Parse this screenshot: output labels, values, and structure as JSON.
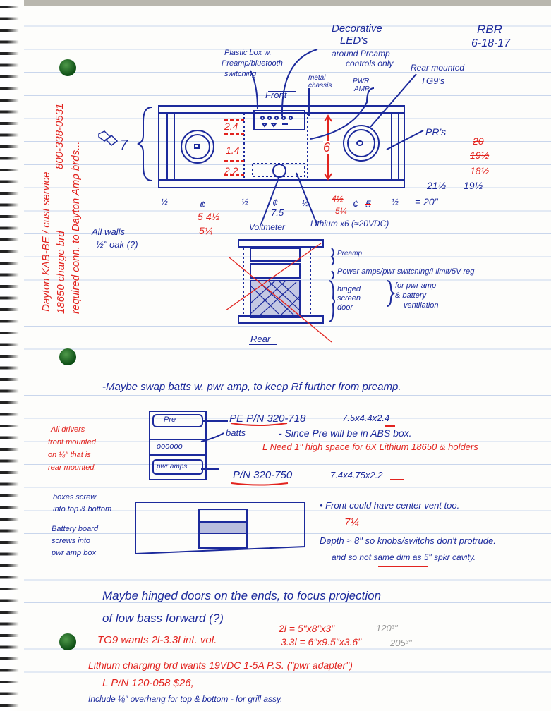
{
  "header": {
    "initials": "RBR",
    "date": "6-18-17"
  },
  "side_note": {
    "line1": "Dayton KAB-BE  /  cust service",
    "line1b": "800-338-0531",
    "line2": "18650 charge brd",
    "line3": "required conn. to Dayton Amp brds..."
  },
  "front_diagram": {
    "decorative_leds": [
      "Decorative",
      "LED's",
      "around Preamp",
      "controls only"
    ],
    "plastic_box": [
      "Plastic box w.",
      "Preamp/bluetooth",
      "switching"
    ],
    "metal_chassis": [
      "metal",
      "chassis"
    ],
    "pwr_amp": [
      "PWR",
      "AMP"
    ],
    "rear_mounted": [
      "Rear mounted",
      "TG9's"
    ],
    "front_label": "Front",
    "height": "7",
    "dims_red": [
      "2.4",
      "1.4",
      "2.2"
    ],
    "inner_height": "6",
    "prs": "PR's",
    "width_red": [
      "20",
      "19½",
      "18½"
    ],
    "width_total": [
      "21½",
      "19½",
      "= 20\""
    ],
    "bottom": [
      "½",
      "¢",
      "½",
      "¢",
      "7.5",
      "½",
      "¢",
      "5",
      "½"
    ],
    "bottom_red": [
      "4½",
      "5¼",
      "5",
      "4½",
      "5¼"
    ],
    "voltmeter": "Voltmeter",
    "lithium": "Lithium x6 (≈20VDC)",
    "walls": [
      "All walls",
      "½\" oak (?)"
    ]
  },
  "rear_diagram": {
    "preamp": "Preamp",
    "power": "Power amps/pwr switching/I limit/5V reg",
    "door": [
      "hinged",
      "screen",
      "door"
    ],
    "vent": [
      "for pwr amp",
      "& battery",
      "ventilation"
    ],
    "rear_label": "Rear"
  },
  "notes": {
    "swap": "-Maybe swap batts w. pwr amp, to keep Rf further from preamp.",
    "box_labels": [
      "Pre",
      "oooooo",
      "pwr amps"
    ],
    "pe": "PE P/N 320-718",
    "pe_dim": "7.5x4.4x2.4",
    "batts": "batts",
    "abs": "- Since Pre will be in ABS box.",
    "need": "L Need 1\" high space for 6X Lithium 18650 & holders",
    "pn2": "P/N 320-750",
    "pn2_dim": "7.4x4.75x2.2",
    "drivers": [
      "All drivers",
      "front mounted",
      "on ⅛\" that is",
      "rear mounted."
    ],
    "boxes": [
      "boxes screw",
      "into top & bottom"
    ],
    "battery": [
      "Battery board",
      "screws into",
      "pwr amp box"
    ],
    "front_vent": "• Front could have center vent too.",
    "depth_red": "7¼",
    "depth": "Depth ≈ 8\" so knobs/switchs don't protrude.",
    "same_dim": "and so not same dim as 5\" spkr cavity.",
    "hinged1": "Maybe hinged doors on the ends, to focus projection",
    "hinged2": "of low bass forward (?)",
    "vol2": "2l = 5\"x8\"x3\"",
    "vol2_cu": "120³\"",
    "tg9": "TG9 wants 2l-3.3l int. vol.",
    "vol33": "3.3l = 6\"x9.5\"x3.6\"",
    "vol33_cu": "205³\"",
    "lithium_chg": "Lithium charging brd wants 19VDC 1-5A P.S. (\"pwr adapter\")",
    "pn3": "L P/N 120-058  $26,",
    "include": "Include ⅛\" overhang for top & bottom - for grill assy."
  },
  "colors": {
    "ink_blue": "#1c2a9c",
    "ink_red": "#e2241f"
  }
}
